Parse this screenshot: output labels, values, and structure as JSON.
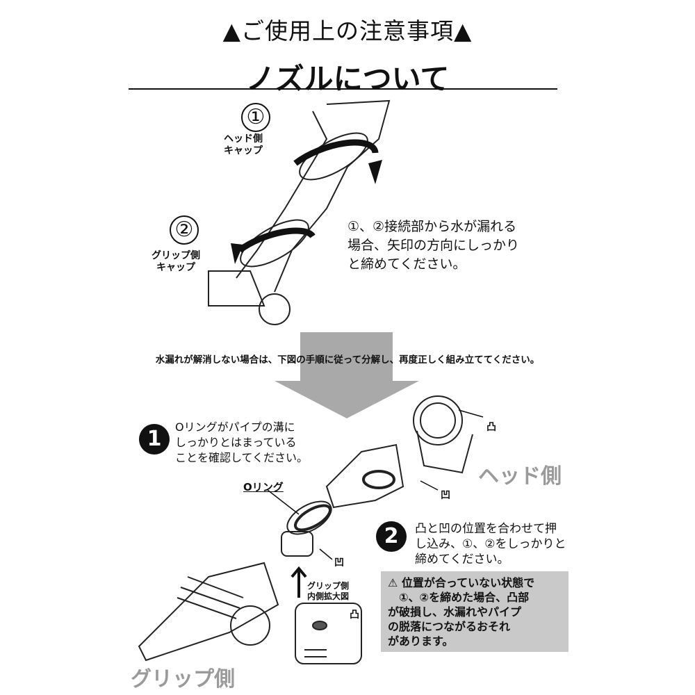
{
  "header": {
    "title": "▲ご使用上の注意事項▲",
    "subtitle": "ノズルについて"
  },
  "top": {
    "marker1": "①",
    "label1": [
      "ヘッド側",
      "キャップ"
    ],
    "marker2": "②",
    "label2": [
      "グリップ側",
      "キャップ"
    ],
    "instruction": [
      "①、②接続部から水が漏れる",
      "場合、矢印の方向にしっかり",
      "と締めてください。"
    ]
  },
  "transition": "水漏れが解消しない場合は、下図の手順に従って分解し、再度正しく組み立ててください。",
  "step1": {
    "number": "1",
    "lines": [
      "Oリングがパイプの溝に",
      "しっかりとはまっている",
      "ことを確認してください。"
    ],
    "oring_label": "Oリング"
  },
  "step2": {
    "number": "2",
    "lines": [
      "凸と凹の位置を合わせて押",
      "し込み、①、②をしっかりと",
      "締めてください。"
    ]
  },
  "warning": {
    "icon": "warning-triangle-icon",
    "lines": [
      "⚠ 位置が合っていない状態で",
      "　①、②を締めた場合、凸部",
      "が破損し、水漏れやパイプ",
      "の脱落につながるおそれ",
      "があります。"
    ]
  },
  "parts": {
    "head": "ヘッド側",
    "grip": "グリップ側",
    "inset": [
      "グリップ側",
      "内側拡大図"
    ],
    "convex": "凸",
    "concave": "凹"
  }
}
